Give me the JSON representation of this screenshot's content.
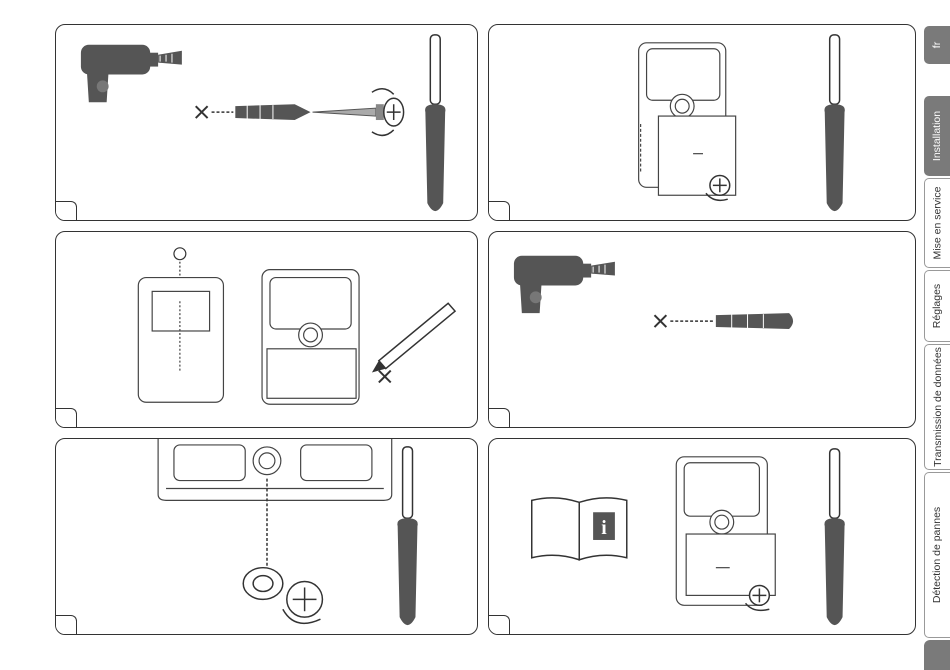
{
  "language_tab": "fr",
  "side_tabs": [
    "Installation",
    "Mise en service",
    "Réglages",
    "Transmission de données",
    "Détection de pannes"
  ],
  "active_tab": "Installation",
  "colors": {
    "tool": "#555555",
    "line": "#333333",
    "tab_active": "#7a7a7a"
  },
  "panels": [
    {
      "id": 1,
      "icons": [
        "drill-icon",
        "wall-plug-icon",
        "screw-icon",
        "screwdriver-icon"
      ]
    },
    {
      "id": 2,
      "icons": [
        "controller-icon",
        "screw-icon",
        "screwdriver-icon"
      ]
    },
    {
      "id": 3,
      "icons": [
        "base-plate-icon",
        "controller-icon",
        "pencil-icon"
      ]
    },
    {
      "id": 4,
      "icons": [
        "drill-icon",
        "wall-plug-icon"
      ]
    },
    {
      "id": 5,
      "icons": [
        "base-detail-icon",
        "screw-icon",
        "screwdriver-icon"
      ]
    },
    {
      "id": 6,
      "icons": [
        "manual-info-icon",
        "controller-icon",
        "screw-icon",
        "screwdriver-icon"
      ]
    }
  ]
}
